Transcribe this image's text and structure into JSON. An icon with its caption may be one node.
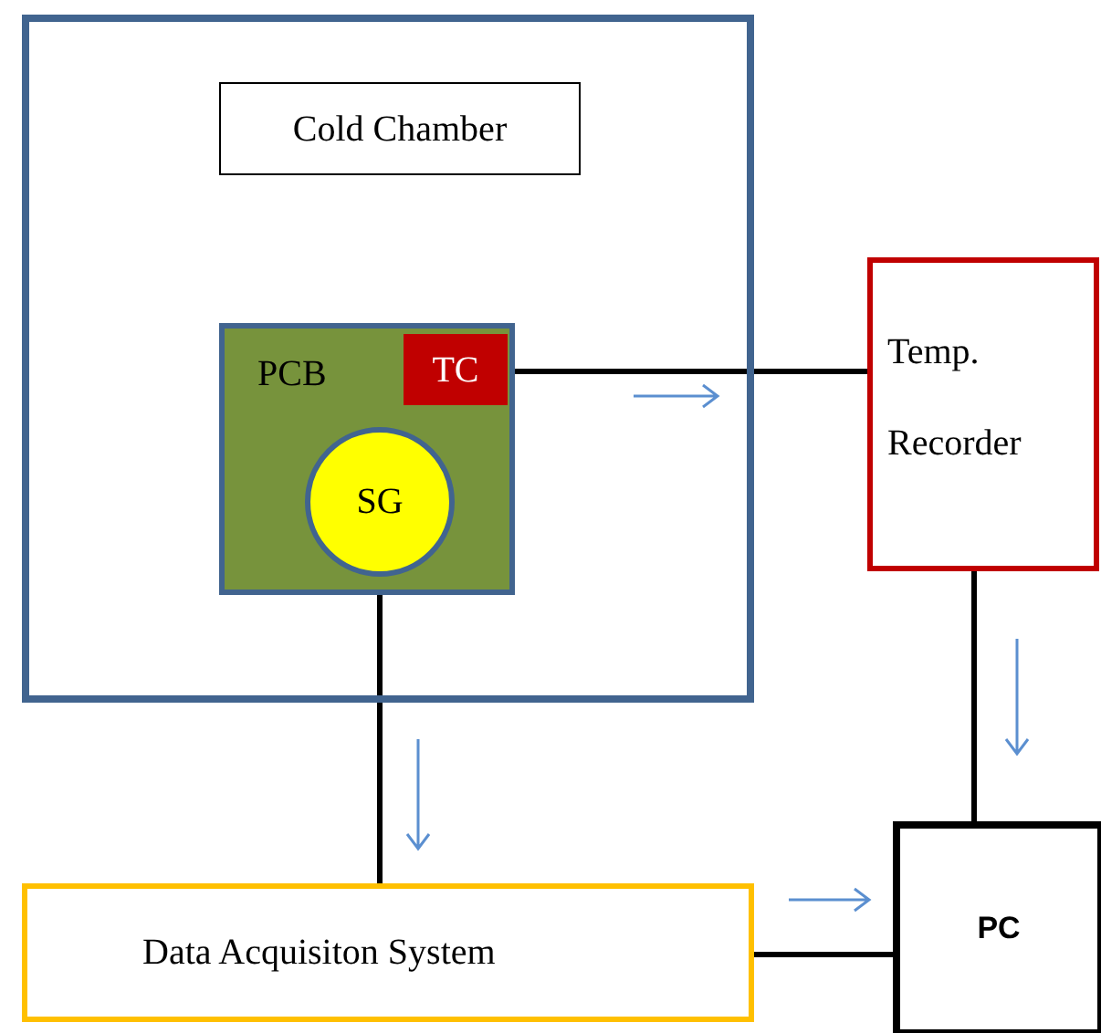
{
  "diagram": {
    "nodes": [
      {
        "text": [],
        "shape": "box"
      },
      {
        "text": [
          "Cold Chamber"
        ],
        "in": 0
      },
      {
        "text": [
          "PCB"
        ],
        "in": 0
      },
      {
        "text": [
          "TC"
        ],
        "in": 2
      },
      {
        "text": [
          "SG"
        ],
        "in": 2
      },
      {
        "text": [
          "Temp. Recorder"
        ]
      },
      {
        "text": [
          "Data Acquisiton System"
        ]
      },
      {
        "text": [
          "PC"
        ]
      }
    ],
    "edges": [
      {
        "from": 3,
        "to": 5,
        "arrow": "none"
      },
      {
        "from": 4,
        "to": 6,
        "arrow": "none"
      },
      {
        "from": 5,
        "to": 7,
        "arrow": "none"
      },
      {
        "from": 6,
        "to": 7,
        "arrow": "none"
      }
    ]
  }
}
